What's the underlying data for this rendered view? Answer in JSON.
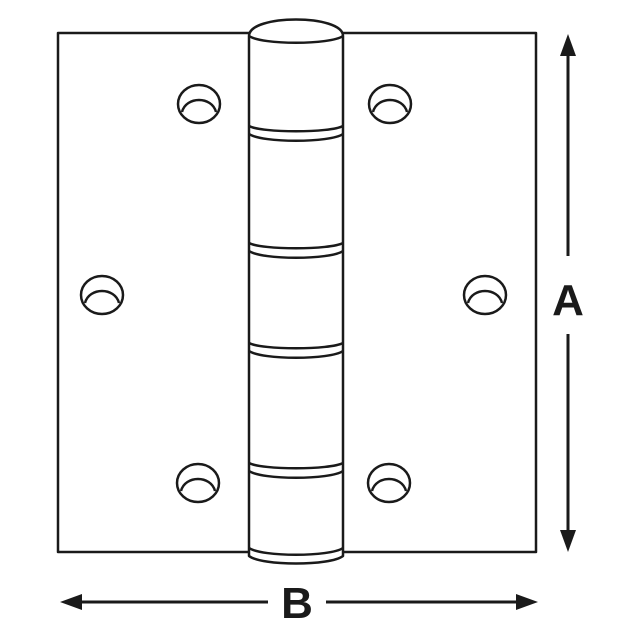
{
  "diagram": {
    "subject": "butt hinge",
    "dimensions": {
      "height_label": "A",
      "width_label": "B"
    },
    "leaf_count": 2,
    "knuckle_count": 5,
    "screw_holes_per_leaf": 3,
    "colors": {
      "stroke": "#1a1a1a",
      "fill": "#ffffff"
    }
  }
}
